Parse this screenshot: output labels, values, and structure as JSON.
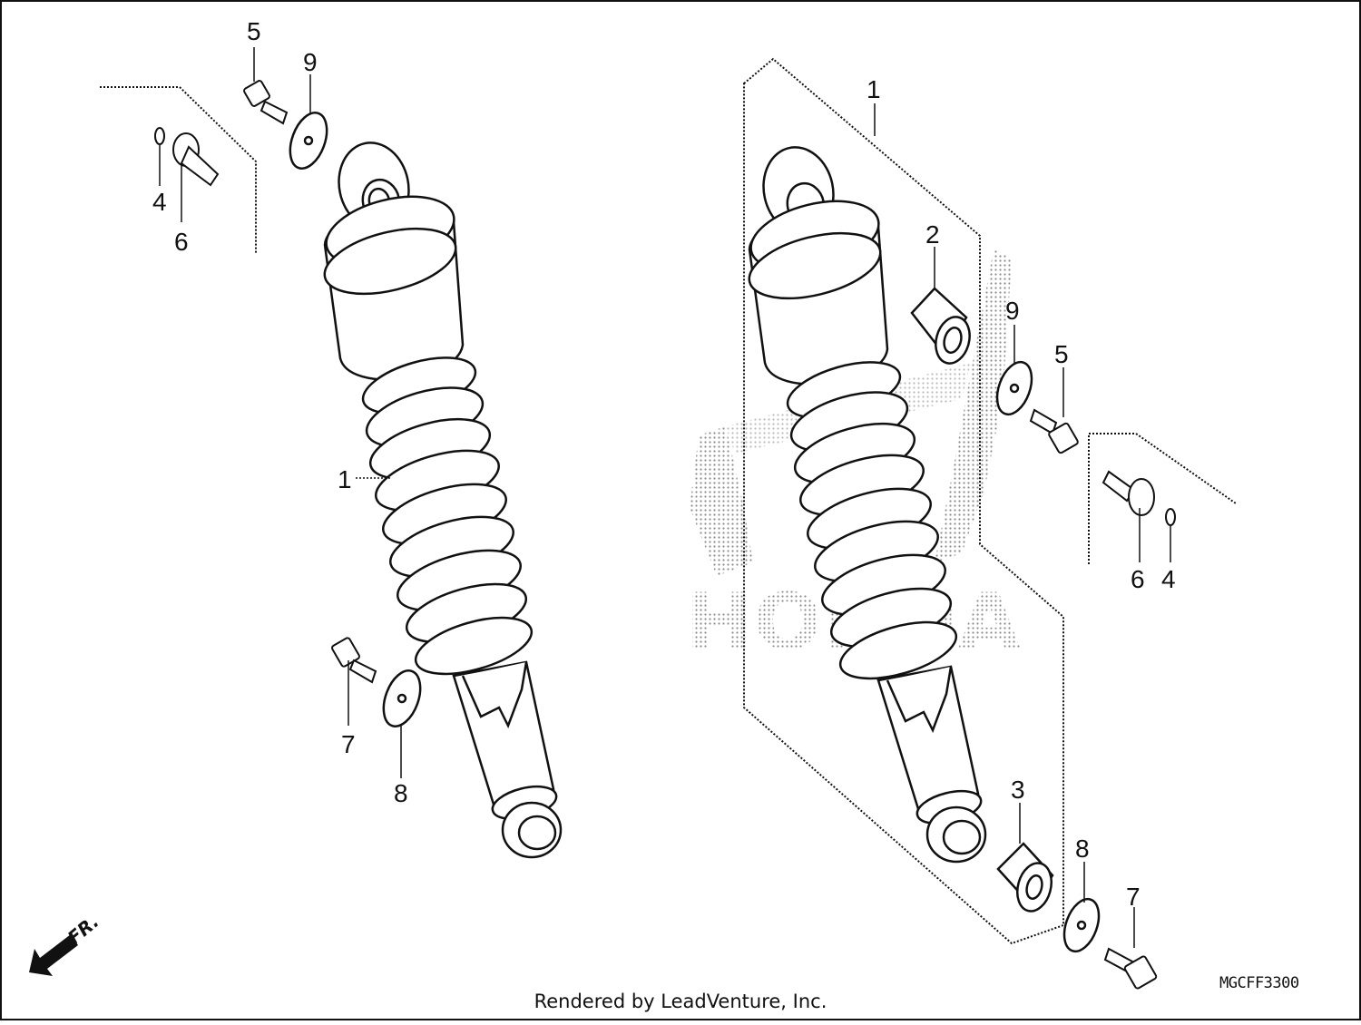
{
  "callouts": {
    "left_5": "5",
    "left_9": "9",
    "left_4": "4",
    "left_6": "6",
    "left_1": "1",
    "left_7": "7",
    "left_8": "8",
    "right_1": "1",
    "right_2": "2",
    "right_9": "9",
    "right_5": "5",
    "right_6": "6",
    "right_4": "4",
    "right_3": "3",
    "right_8": "8",
    "right_7": "7"
  },
  "direction_label": "FR.",
  "watermark_text": "HONDA",
  "diagram_code": "MGCFF3300",
  "credit": "Rendered by LeadVenture, Inc.",
  "colors": {
    "line": "#111111",
    "watermark": "#9a9a9a",
    "background": "#ffffff"
  }
}
